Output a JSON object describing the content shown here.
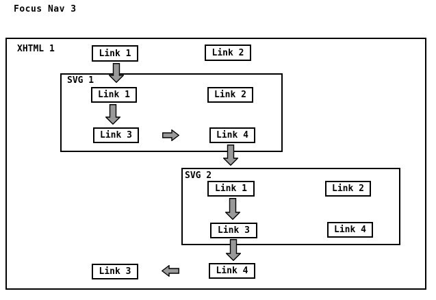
{
  "page": {
    "title": "Focus Nav 3"
  },
  "colors": {
    "background": "#ffffff",
    "box_border": "#000000",
    "text": "#000000",
    "arrow_fill": "#999999",
    "arrow_stroke": "#000000"
  },
  "containers": {
    "xhtml": {
      "label": "XHTML 1"
    },
    "svg1": {
      "label": "SVG 1"
    },
    "svg2": {
      "label": "SVG 2"
    }
  },
  "links": {
    "xhtml_link1": "Link 1",
    "xhtml_link2": "Link 2",
    "svg1_link1": "Link 1",
    "svg1_link2": "Link 2",
    "svg1_link3": "Link 3",
    "svg1_link4": "Link 4",
    "svg2_link1": "Link 1",
    "svg2_link2": "Link 2",
    "svg2_link3": "Link 3",
    "svg2_link4": "Link 4",
    "xhtml_link3": "Link 3",
    "xhtml_link4": "Link 4"
  },
  "arrows": [
    {
      "name": "arrow-xhtml-link1-to-svg1-icon",
      "direction": "down"
    },
    {
      "name": "arrow-svg1-link1-to-link3-icon",
      "direction": "down"
    },
    {
      "name": "arrow-svg1-link3-to-link4-icon",
      "direction": "right"
    },
    {
      "name": "arrow-svg1-link4-to-svg2-icon",
      "direction": "down"
    },
    {
      "name": "arrow-svg2-link1-to-link3-icon",
      "direction": "down"
    },
    {
      "name": "arrow-svg2-link3-to-xhtml-link4-icon",
      "direction": "down"
    },
    {
      "name": "arrow-xhtml-link4-to-link3-icon",
      "direction": "left"
    }
  ]
}
